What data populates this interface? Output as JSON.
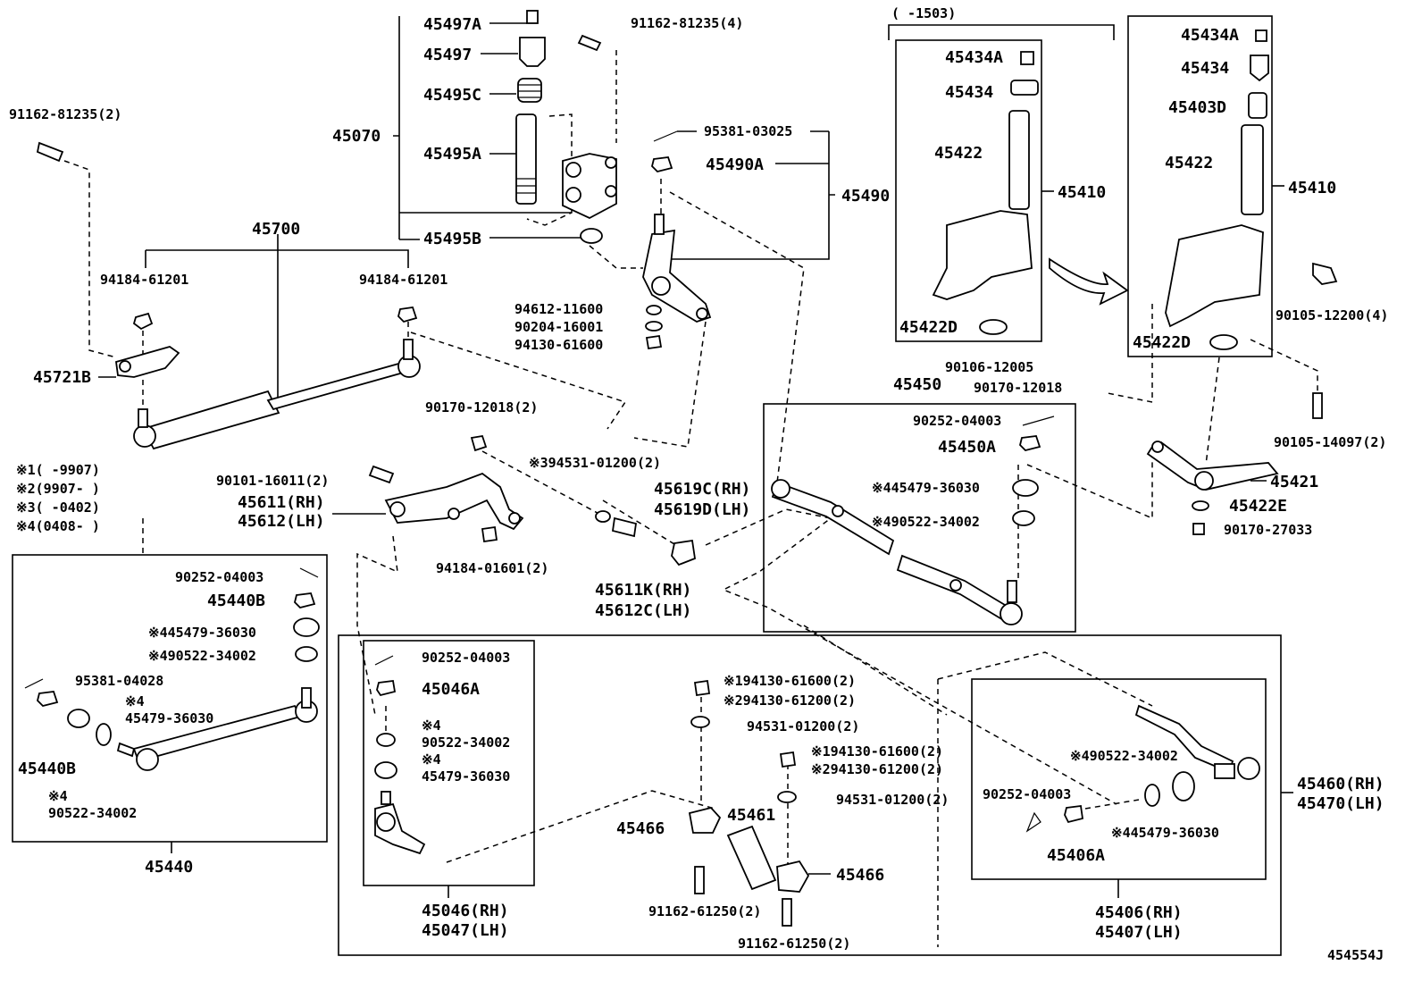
{
  "labels": {
    "l_45497A": "45497A",
    "l_91162_81235_4": "91162-81235(4)",
    "l_45497": "45497",
    "l_45495C": "45495C",
    "l_45070": "45070",
    "l_45495A": "45495A",
    "l_45495B": "45495B",
    "l_91162_81235_2": "91162-81235(2)",
    "l_45700": "45700",
    "l_94184_61201_a": "94184-61201",
    "l_94184_61201_b": "94184-61201",
    "l_45721B": "45721B",
    "l_95381_03025": "95381-03025",
    "l_45490A": "45490A",
    "l_45490": "45490",
    "l_94612_11600": "94612-11600",
    "l_90204_16001": "90204-16001",
    "l_94130_61600": "94130-61600",
    "l_range_1503": "(      -1503)",
    "l_45434A_a": "45434A",
    "l_45434_a": "45434",
    "l_45422_a": "45422",
    "l_45410_a": "45410",
    "l_45422D_a": "45422D",
    "l_45434A_b": "45434A",
    "l_45434_b": "45434",
    "l_45403D": "45403D",
    "l_45422_b": "45422",
    "l_45410_b": "45410",
    "l_90105_12200": "90105-12200(4)",
    "l_45422D_b": "45422D",
    "l_90106_12005": "90106-12005",
    "l_90170_12018_a": "90170-12018",
    "l_45450": "45450",
    "l_90252_04003_a": "90252-04003",
    "l_45450A": "45450A",
    "l_x4_45479_36030_a": "※445479-36030",
    "l_x4_90522_34002_a": "※490522-34002",
    "l_90105_14097": "90105-14097(2)",
    "l_45421": "45421",
    "l_45422E": "45422E",
    "l_90170_27033": "90170-27033",
    "l_90170_12018_2": "90170-12018(2)",
    "l_x3_94531": "※394531-01200(2)",
    "l_90101_16011": "90101-16011(2)",
    "l_45611": "45611(RH)",
    "l_45612": "45612(LH)",
    "l_94184_01601": "94184-01601(2)",
    "l_45619C": "45619C(RH)",
    "l_45619D": "45619D(LH)",
    "l_45611K": "45611K(RH)",
    "l_45612C": "45612C(LH)",
    "note1": "※1(    -9907)",
    "note2": "※2(9907-    )",
    "note3": "※3(    -0402)",
    "note4": "※4(0408-    )",
    "l_90252_04003_b": "90252-04003",
    "l_45440B_a": "45440B",
    "l_x4_45479_36030_b": "※445479-36030",
    "l_x4_90522_34002_b": "※490522-34002",
    "l_95381_04028": "95381-04028",
    "l_x4_c1": "※4",
    "l_45479_36030_c": "45479-36030",
    "l_45440B_b": "45440B",
    "l_x4_c2": "※4",
    "l_90522_34002_c": "90522-34002",
    "l_45440": "45440",
    "l_90252_04003_c": "90252-04003",
    "l_45046A": "45046A",
    "l_x4_d1": "※4",
    "l_90522_34002_d": "90522-34002",
    "l_x4_d2": "※4",
    "l_45479_36030_d": "45479-36030",
    "l_45046": "45046(RH)",
    "l_45047": "45047(LH)",
    "l_x1_94130_a": "※194130-61600(2)",
    "l_x2_94130_a": "※294130-61200(2)",
    "l_94531_a": "94531-01200(2)",
    "l_x1_94130_b": "※194130-61600(2)",
    "l_x2_94130_b": "※294130-61200(2)",
    "l_94531_b": "94531-01200(2)",
    "l_45461": "45461",
    "l_45466_a": "45466",
    "l_45466_b": "45466",
    "l_91162_61250_a": "91162-61250(2)",
    "l_91162_61250_b": "91162-61250(2)",
    "l_x4_90522_34002_e": "※490522-34002",
    "l_90252_04003_e": "90252-04003",
    "l_x4_45479_36030_e": "※445479-36030",
    "l_45406A": "45406A",
    "l_45406": "45406(RH)",
    "l_45407": "45407(LH)",
    "l_45460": "45460(RH)",
    "l_45470": "45470(LH)",
    "l_figure_code": "454554J"
  }
}
